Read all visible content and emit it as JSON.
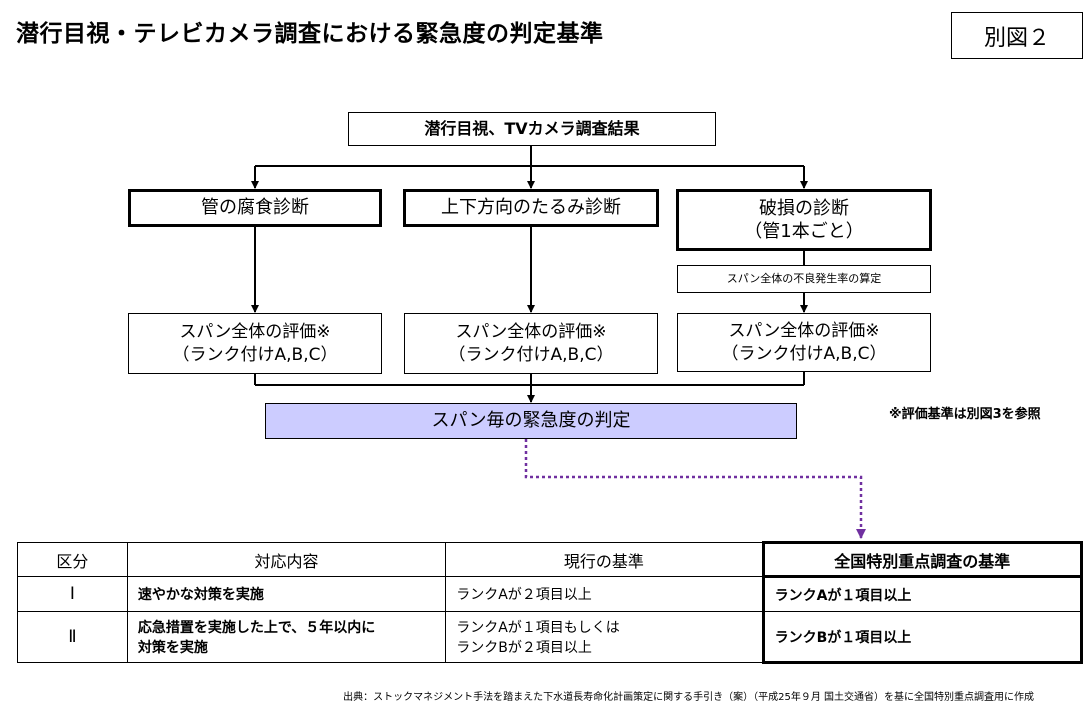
{
  "title": "潜行目視・テレビカメラ調査における緊急度の判定基準",
  "figure_label": "別図２",
  "flow": {
    "top": "潜行目視、TVカメラ調査結果",
    "diagnoses": {
      "corrosion": "管の腐食診断",
      "sag": "上下方向のたるみ診断",
      "damage_line1": "破損の診断",
      "damage_line2": "（管1本ごと）"
    },
    "defect_rate": "スパン全体の不良発生率の算定",
    "evaluation_line1": "スパン全体の評価※",
    "evaluation_line2": "（ランク付けA,B,C）",
    "judgement": "スパン毎の緊急度の判定",
    "note": "※評価基準は別図3を参照"
  },
  "table": {
    "headers": [
      "区分",
      "対応内容",
      "現行の基準",
      "全国特別重点調査の基準"
    ],
    "rows": [
      {
        "category": "Ⅰ",
        "action_line1": "速やかな対策を実施",
        "action_line2": "",
        "current_line1": "ランクAが２項目以上",
        "current_line2": "",
        "special": "ランクAが１項目以上"
      },
      {
        "category": "Ⅱ",
        "action_line1": "応急措置を実施した上で、５年以内に",
        "action_line2": "対策を実施",
        "current_line1": "ランクAが１項目もしくは",
        "current_line2": "ランクBが２項目以上",
        "special": "ランクBが１項目以上"
      }
    ]
  },
  "source": "出典：ストックマネジメント手法を踏まえた下水道長寿命化計画策定に関する手引き（案）（平成25年９月 国土交通省）を基に全国特別重点調査用に作成",
  "colors": {
    "judgement_fill": "#ccccff",
    "dotted_arrow": "#7030a0"
  }
}
